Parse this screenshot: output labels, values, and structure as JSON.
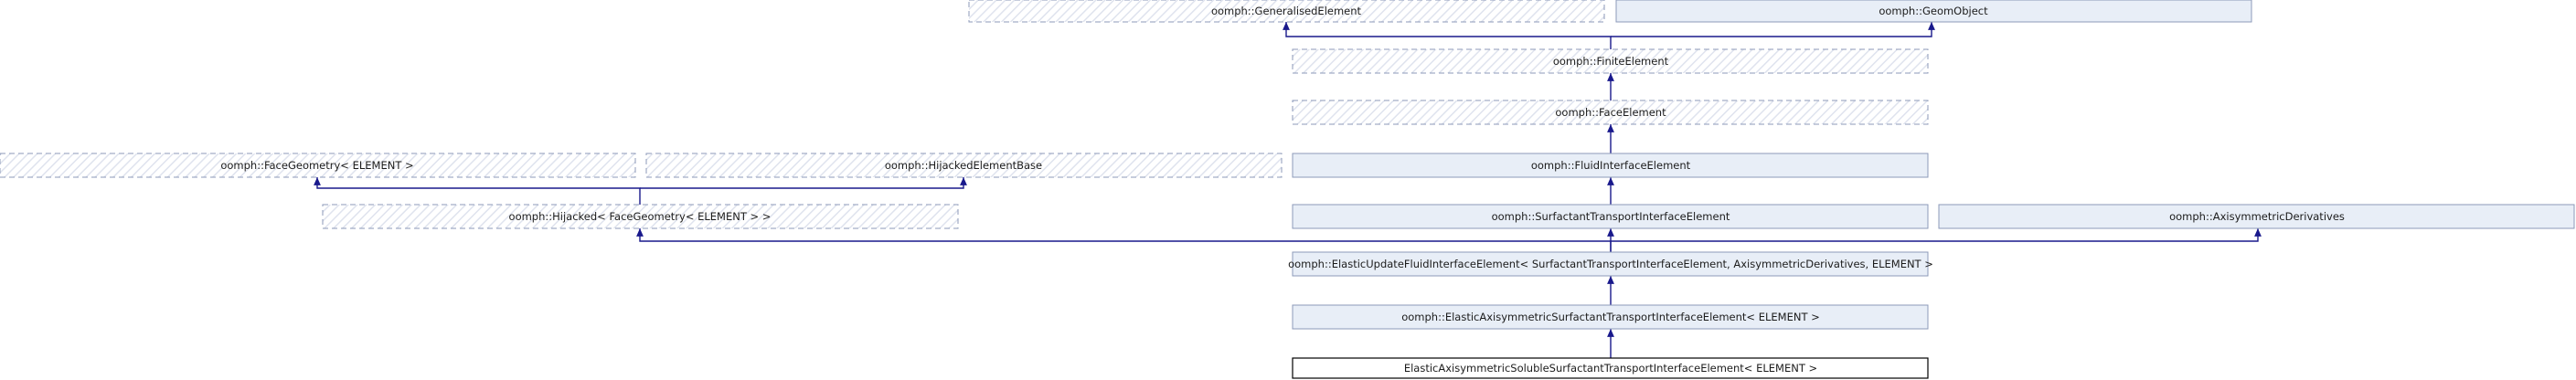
{
  "colors": {
    "edge": "#19198c",
    "box_fill": "#e8eef7",
    "box_border": "#8c9ab8",
    "dashed_border": "#8c9ab8",
    "hatch": "#dfe3ee",
    "current_fill": "#ffffff",
    "current_border": "#000000"
  },
  "nodes": {
    "generalised_element": "oomph::GeneralisedElement",
    "geom_object": "oomph::GeomObject",
    "finite_element": "oomph::FiniteElement",
    "face_element": "oomph::FaceElement",
    "face_geometry": "oomph::FaceGeometry< ELEMENT >",
    "hijacked_element_base": "oomph::HijackedElementBase",
    "fluid_interface_element": "oomph::FluidInterfaceElement",
    "hijacked": "oomph::Hijacked< FaceGeometry< ELEMENT > >",
    "surfactant_transport": "oomph::SurfactantTransportInterfaceElement",
    "axisymmetric_derivatives": "oomph::AxisymmetricDerivatives",
    "elastic_update": "oomph::ElasticUpdateFluidInterfaceElement< SurfactantTransportInterfaceElement, AxisymmetricDerivatives, ELEMENT >",
    "elastic_axisym_surfactant": "oomph::ElasticAxisymmetricSurfactantTransportInterfaceElement< ELEMENT >",
    "elastic_axisym_soluble": "ElasticAxisymmetricSolubleSurfactantTransportInterfaceElement< ELEMENT >"
  }
}
